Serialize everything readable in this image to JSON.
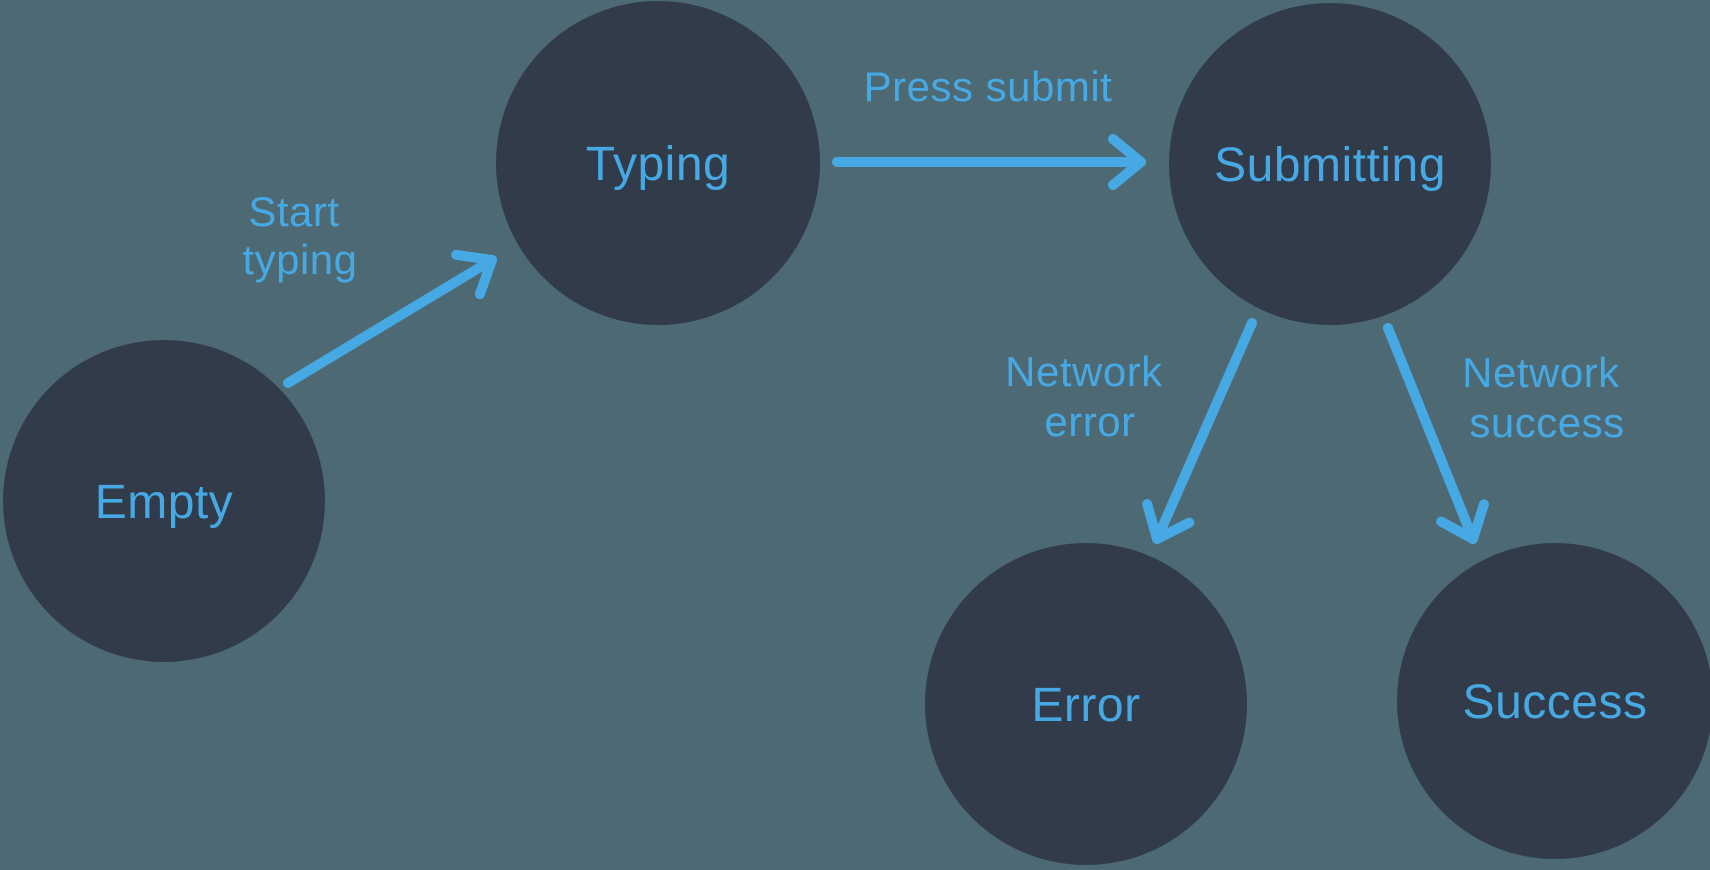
{
  "diagram": {
    "description": "Form submission state machine flow",
    "colors": {
      "background": "#4D6973",
      "node_fill": "#313B49",
      "accent_blue": "#47A9E3"
    },
    "nodes": [
      {
        "id": "empty",
        "label": "Empty"
      },
      {
        "id": "typing",
        "label": "Typing"
      },
      {
        "id": "submitting",
        "label": "Submitting"
      },
      {
        "id": "error",
        "label": "Error"
      },
      {
        "id": "success",
        "label": "Success"
      }
    ],
    "edges": [
      {
        "from": "empty",
        "to": "typing",
        "lines": [
          "Start",
          "typing"
        ]
      },
      {
        "from": "typing",
        "to": "submitting",
        "lines": [
          "Press submit"
        ]
      },
      {
        "from": "submitting",
        "to": "error",
        "lines": [
          "Network",
          "error"
        ]
      },
      {
        "from": "submitting",
        "to": "success",
        "lines": [
          "Network",
          "success"
        ]
      }
    ]
  }
}
